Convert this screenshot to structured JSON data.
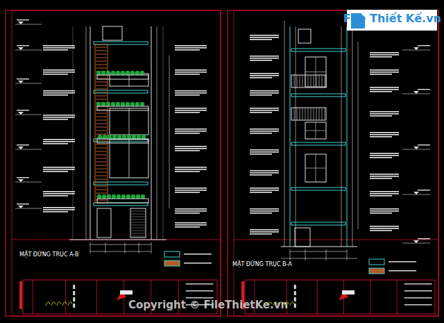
{
  "diagram": {
    "labels": [
      "MẶT ĐỨNG TRỤC A-B",
      "MẶT ĐỨNG TRỤC B-A",
      "File Thiết Kế.vn",
      "Copyright © FileThietKe.vn"
    ]
  }
}
